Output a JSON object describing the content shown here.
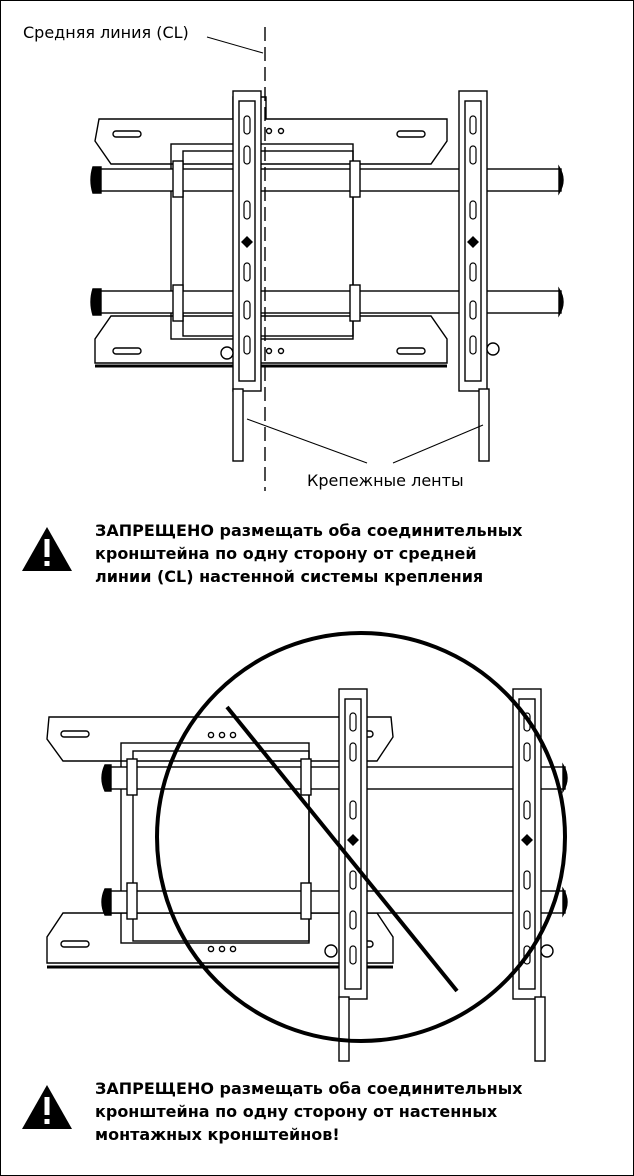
{
  "diagram": {
    "centerline_label": "Средняя линия (CL)",
    "bands_label": "Крепежные ленты"
  },
  "warnings": [
    {
      "icon": "warning-triangle-icon",
      "lead": "ЗАПРЕЩЕНО",
      "line1_rest": " размещать оба соединительных",
      "line2": "кронштейна по одну сторону от средней",
      "line3": "линии (CL) настенной системы крепления"
    },
    {
      "icon": "warning-triangle-icon",
      "lead": "ЗАПРЕЩЕНО",
      "line1_rest": " размещать оба соединительных",
      "line2": "кронштейна по одну сторону от настенных",
      "line3": "монтажных кронштейнов!"
    }
  ]
}
